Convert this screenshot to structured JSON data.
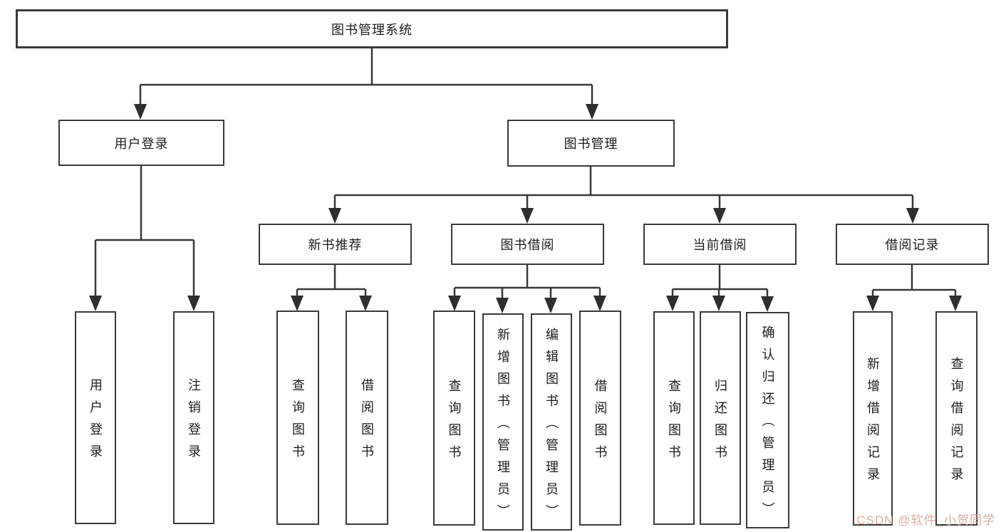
{
  "diagram": {
    "tree": {
      "root": {
        "label": "图书管理系统",
        "children": [
          {
            "label": "用户登录",
            "children": [
              {
                "label": "用户登录"
              },
              {
                "label": "注销登录"
              }
            ]
          },
          {
            "label": "图书管理",
            "children": [
              {
                "label": "新书推荐",
                "children": [
                  {
                    "label": "查询图书"
                  },
                  {
                    "label": "借阅图书"
                  }
                ]
              },
              {
                "label": "图书借阅",
                "children": [
                  {
                    "label": "查询图书"
                  },
                  {
                    "label": "新增图书（管理员）"
                  },
                  {
                    "label": "编辑图书（管理员）"
                  },
                  {
                    "label": "借阅图书"
                  }
                ]
              },
              {
                "label": "当前借阅",
                "children": [
                  {
                    "label": "查询图书"
                  },
                  {
                    "label": "归还图书"
                  },
                  {
                    "label": "确认归还（管理员）"
                  }
                ]
              },
              {
                "label": "借阅记录",
                "children": [
                  {
                    "label": "新增借阅记录"
                  },
                  {
                    "label": "查询借阅记录"
                  }
                ]
              }
            ]
          }
        ]
      }
    },
    "colors": {
      "line": "#383838",
      "box_border": "#3a3a3a",
      "text": "#1c1c1c",
      "arrow_fill": "#2e2e2e",
      "background": "#ffffff",
      "watermark": "#d9aba4"
    }
  },
  "watermark": {
    "text": "CSDN @软件_小贺同学"
  }
}
